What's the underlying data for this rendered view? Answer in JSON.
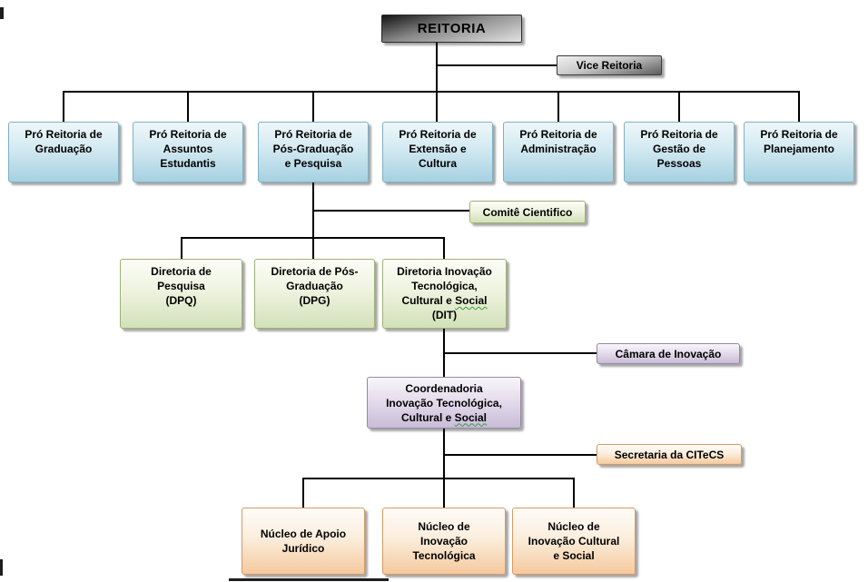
{
  "chart": {
    "type": "org-chart",
    "root": "REITORIA",
    "vice": "Vice Reitoria",
    "pro_reitorias": [
      "Pró Reitoria de\nGraduação",
      "Pró Reitoria de\nAssuntos\nEstudantis",
      "Pró Reitoria de\nPós-Graduação\ne Pesquisa",
      "Pró Reitoria de\nExtensão e\nCultura",
      "Pró Reitoria de\nAdministração",
      "Pró Reitoria de\nGestão de\nPessoas",
      "Pró Reitoria de\nPlanejamento"
    ],
    "comite": "Comitê Cientifico",
    "diretorias": [
      "Diretoria de\nPesquisa\n(DPQ)",
      "Diretoria de Pós-\nGraduação\n(DPG)",
      "Diretoria Inovação\nTecnológica,\nCultural e Social\n(DIT)"
    ],
    "camara": "Câmara de Inovação",
    "coordenadoria": "Coordenadoria\nInovação Tecnológica,\nCultural e Social",
    "secretaria": "Secretaria da CITeCS",
    "nucleos": [
      "Núcleo de Apoio\nJurídico",
      "Núcleo de\nInovação\nTecnológica",
      "Núcleo de\nInovação Cultural\ne Social"
    ],
    "spellcheck_word": "Social",
    "colors": {
      "connector": "#000000",
      "blue_box_bottom": "#a6d1e1",
      "blue_border": "#7fb0c4",
      "green_box_bottom": "#d3e1ba",
      "green_border": "#9db173",
      "purple_box_bottom": "#c9bcd8",
      "purple_border": "#948aa5",
      "orange_box_bottom": "#f5c99e",
      "orange_border": "#d69a62",
      "header_dark": "#141414",
      "header_silver": "#c7c7c7",
      "squiggle": "#3a9a3a"
    }
  }
}
